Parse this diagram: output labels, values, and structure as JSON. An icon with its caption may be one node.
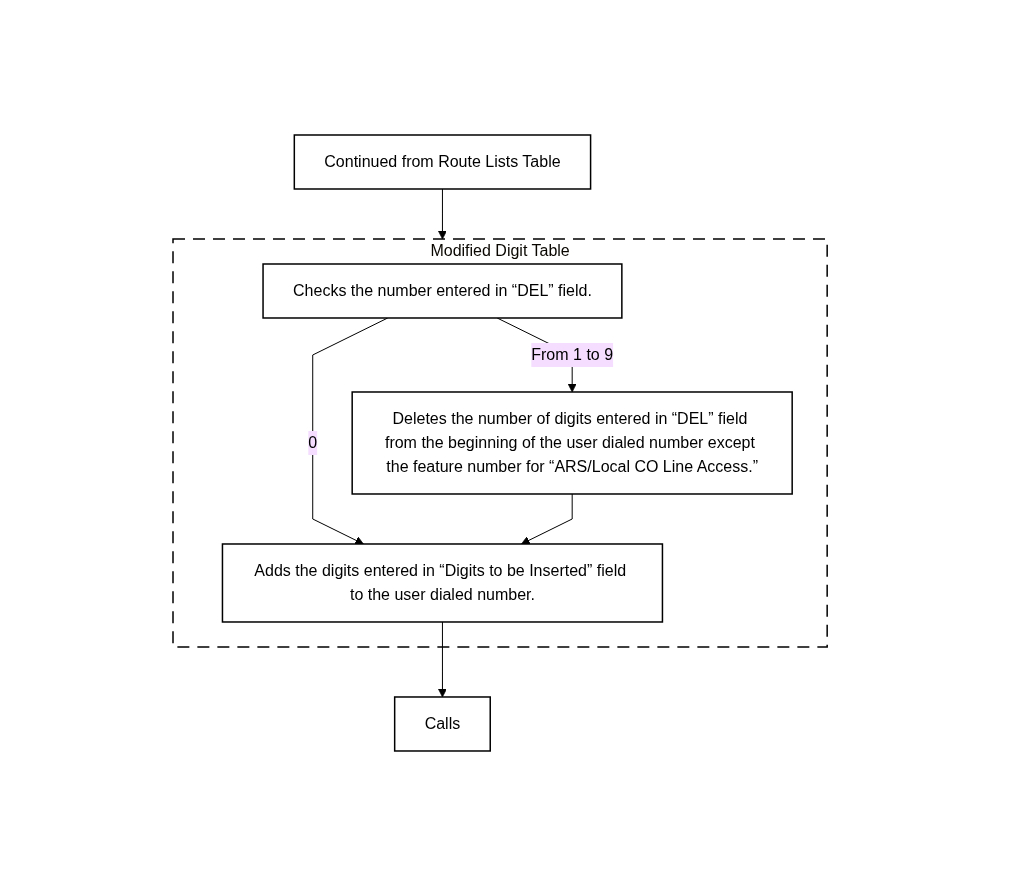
{
  "diagram": {
    "nodes": [
      {
        "text": [
          "Continued from Route Lists Table"
        ]
      },
      {
        "text": [
          "Modified Digit Table"
        ]
      },
      {
        "text": [
          "Checks the number entered in “DEL” field."
        ],
        "in": 1
      },
      {
        "text": [
          "Deletes the number of digits entered in “DEL” field from the beginning of the user dialed number except the feature number for “ARS/Local CO Line Access.”"
        ],
        "in": 1
      },
      {
        "text": [
          "Adds the digits entered in “Digits to be Inserted” field to the user dialed number."
        ],
        "in": 1
      },
      {
        "text": [
          "Calls"
        ]
      }
    ],
    "edges": [
      {
        "from": 0,
        "to": 1,
        "arrow": "to"
      },
      {
        "from": 2,
        "to": 3,
        "arrow": "to",
        "label": "From 1 to 9"
      },
      {
        "from": 2,
        "to": 4,
        "arrow": "to",
        "label": "0"
      },
      {
        "from": 3,
        "to": 4,
        "arrow": "to"
      },
      {
        "from": 4,
        "to": 5,
        "arrow": "to"
      }
    ]
  }
}
